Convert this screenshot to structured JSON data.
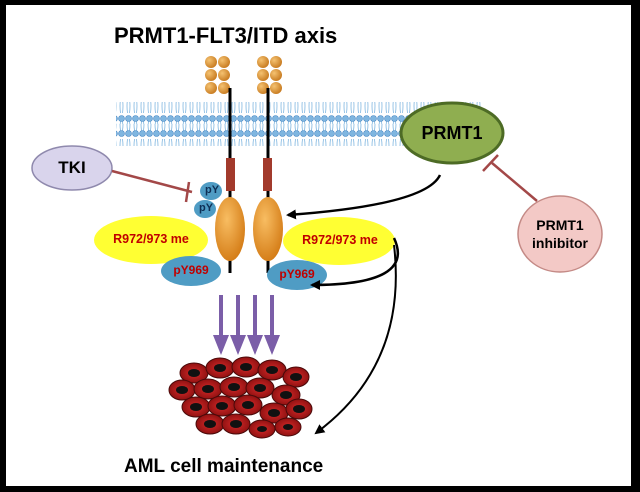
{
  "title": "PRMT1-FLT3/ITD axis",
  "footer": "AML cell maintenance",
  "nodes": {
    "tki": "TKI",
    "prmt1": "PRMT1",
    "prmt1_inhibitor_line1": "PRMT1",
    "prmt1_inhibitor_line2": "inhibitor"
  },
  "receptor_labels": {
    "methyl_left": "R972/973 me",
    "methyl_right": "R972/973 me",
    "py969_left": "pY969",
    "py969_right": "pY969",
    "py_top": "pY",
    "py_bottom": "pY"
  },
  "colors": {
    "tki_fill": "#d9d4ec",
    "prmt1_fill": "#8fae50",
    "prmt1_stroke": "#4d6b25",
    "inhibitor_fill": "#f3c9c6",
    "methyl_fill": "#ffff33",
    "methyl_text": "#c00000",
    "py_fill": "#4f9cc4",
    "receptor_fill": "#e08a1c",
    "receptor_dark_band": "#a23a2c",
    "membrane": "#7fb6e0",
    "arrow_down": "#7b5ea8",
    "inhibit_line": "#a34848",
    "cell_fill": "#b01818"
  }
}
